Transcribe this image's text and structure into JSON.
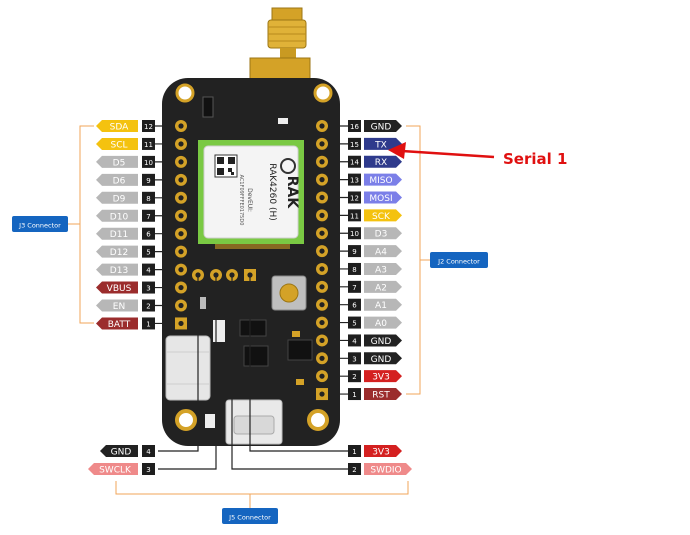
{
  "colors": {
    "gnd": "#222222",
    "io_gray": "#b7b7b7",
    "i2c_yellow": "#f4c20f",
    "uart_blue": "#2e3a8c",
    "spi_purple": "#7b7fe8",
    "power_red": "#d42020",
    "reset_maroon": "#9b2c2c",
    "vbus_maroon": "#9b2c2c",
    "swd_pink": "#ef8a8a",
    "connector_blue": "#1565c0",
    "bracket_orange": "#f2a65a",
    "board": "#222222",
    "gold": "#d4a227",
    "annotation_red": "#e01010"
  },
  "annotation": {
    "label": "Serial 1"
  },
  "module": {
    "brand": "RAK",
    "model": "RAK4260 (H)",
    "devkit_line1": "DevEUI:",
    "devkit_line2": "AC1F09FFFE0175D0"
  },
  "connectors": {
    "j3": "J3 Connector",
    "j2": "J2 Connector",
    "j5": "J5 Connector"
  },
  "left_pins": [
    {
      "num": "12",
      "label": "SDA",
      "type": "i2c"
    },
    {
      "num": "11",
      "label": "SCL",
      "type": "i2c"
    },
    {
      "num": "10",
      "label": "D5",
      "type": "io"
    },
    {
      "num": "9",
      "label": "D6",
      "type": "io"
    },
    {
      "num": "8",
      "label": "D9",
      "type": "io"
    },
    {
      "num": "7",
      "label": "D10",
      "type": "io"
    },
    {
      "num": "6",
      "label": "D11",
      "type": "io"
    },
    {
      "num": "5",
      "label": "D12",
      "type": "io"
    },
    {
      "num": "4",
      "label": "D13",
      "type": "io"
    },
    {
      "num": "3",
      "label": "VBUS",
      "type": "vbus"
    },
    {
      "num": "2",
      "label": "EN",
      "type": "io"
    },
    {
      "num": "1",
      "label": "BATT",
      "type": "vbus"
    }
  ],
  "right_pins": [
    {
      "num": "16",
      "label": "GND",
      "type": "gnd"
    },
    {
      "num": "15",
      "label": "TX",
      "type": "uart"
    },
    {
      "num": "14",
      "label": "RX",
      "type": "uart"
    },
    {
      "num": "13",
      "label": "MISO",
      "type": "spi"
    },
    {
      "num": "12",
      "label": "MOSI",
      "type": "spi"
    },
    {
      "num": "11",
      "label": "SCK",
      "type": "i2c"
    },
    {
      "num": "10",
      "label": "D3",
      "type": "io"
    },
    {
      "num": "9",
      "label": "A4",
      "type": "io"
    },
    {
      "num": "8",
      "label": "A3",
      "type": "io"
    },
    {
      "num": "7",
      "label": "A2",
      "type": "io"
    },
    {
      "num": "6",
      "label": "A1",
      "type": "io"
    },
    {
      "num": "5",
      "label": "A0",
      "type": "io"
    },
    {
      "num": "4",
      "label": "GND",
      "type": "gnd"
    },
    {
      "num": "3",
      "label": "GND",
      "type": "gnd"
    },
    {
      "num": "2",
      "label": "3V3",
      "type": "power"
    },
    {
      "num": "1",
      "label": "RST",
      "type": "reset"
    }
  ],
  "bottom_pins": [
    {
      "num": "4",
      "label": "GND",
      "type": "gnd",
      "side": "left"
    },
    {
      "num": "3",
      "label": "SWCLK",
      "type": "swd",
      "side": "left"
    },
    {
      "num": "1",
      "label": "3V3",
      "type": "power",
      "side": "right"
    },
    {
      "num": "2",
      "label": "SWDIO",
      "type": "swd",
      "side": "right"
    }
  ]
}
